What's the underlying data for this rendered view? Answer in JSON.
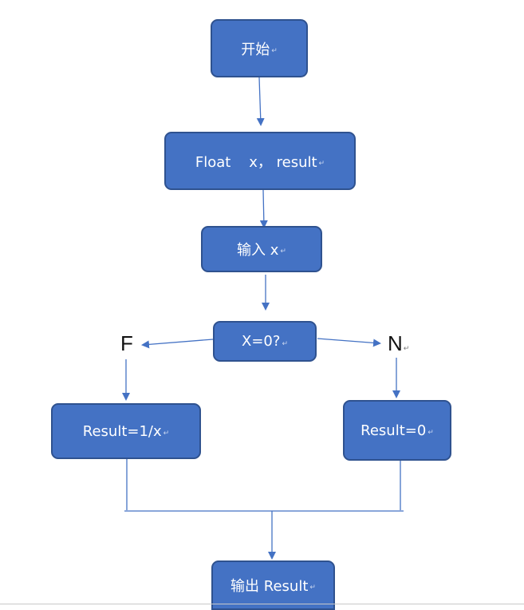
{
  "flowchart": {
    "nodes": {
      "start": "开始",
      "declare": "Float    x， result",
      "input": "输入 x",
      "decision": "X=0?",
      "branch_false": "Result=1/x",
      "branch_true": "Result=0",
      "output": "输出 Result"
    },
    "branch_labels": {
      "false": "F",
      "true": "N"
    },
    "paragraph_mark": "↵",
    "colors": {
      "node_fill": "#4472c4",
      "node_border": "#2f528f",
      "node_text": "#ffffff",
      "connector": "#4472c4"
    }
  }
}
